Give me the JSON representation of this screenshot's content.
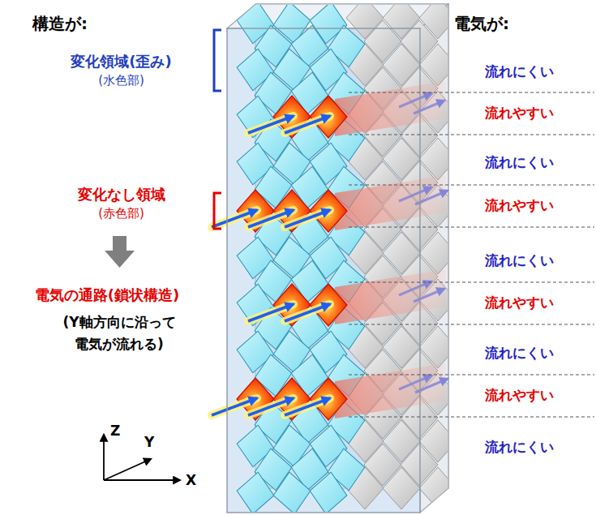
{
  "diagram": {
    "labels": [
      "構造が:",
      "電気が:",
      "変化領域(歪み)",
      "(水色部)",
      "流れにくい",
      "流れやすい",
      "流れにくい",
      "変化なし領域",
      "(赤色部)",
      "流れやすい",
      "電気の通路(鎖状構造)",
      "(Y軸方向に沿って 電気が流れる)",
      "流れにくい",
      "流れやすい",
      "流れにくい",
      "流れやすい",
      "流れにくい",
      "Z",
      "Y",
      "X"
    ]
  }
}
